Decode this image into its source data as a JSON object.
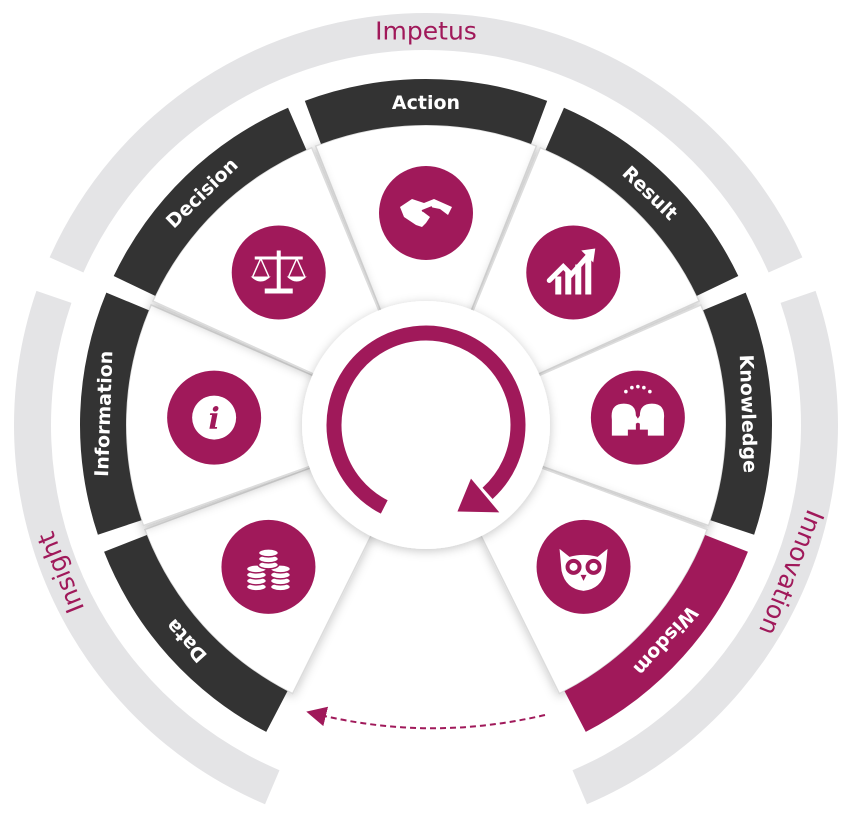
{
  "colors": {
    "accent": "#a0195a",
    "dark": "#333333",
    "ring": "#e4e4e6",
    "wedge": "#ffffff"
  },
  "outer_ring": [
    {
      "label": "Impetus"
    },
    {
      "label": "Innovation"
    },
    {
      "label": "Insight"
    }
  ],
  "segments": [
    {
      "label": "Action",
      "icon": "handshake-icon",
      "highlighted": false
    },
    {
      "label": "Result",
      "icon": "growth-chart-icon",
      "highlighted": false
    },
    {
      "label": "Knowledge",
      "icon": "knowledge-heads-icon",
      "highlighted": false
    },
    {
      "label": "Wisdom",
      "icon": "owl-icon",
      "highlighted": true
    },
    {
      "label": "Data",
      "icon": "coins-icon",
      "highlighted": false
    },
    {
      "label": "Information",
      "icon": "info-icon",
      "highlighted": false
    },
    {
      "label": "Decision",
      "icon": "scales-icon",
      "highlighted": false
    }
  ],
  "center": {
    "icon": "cycle-arrow-icon"
  },
  "connector": {
    "icon": "dashed-arrow-icon",
    "from": "Wisdom",
    "to": "Data"
  }
}
